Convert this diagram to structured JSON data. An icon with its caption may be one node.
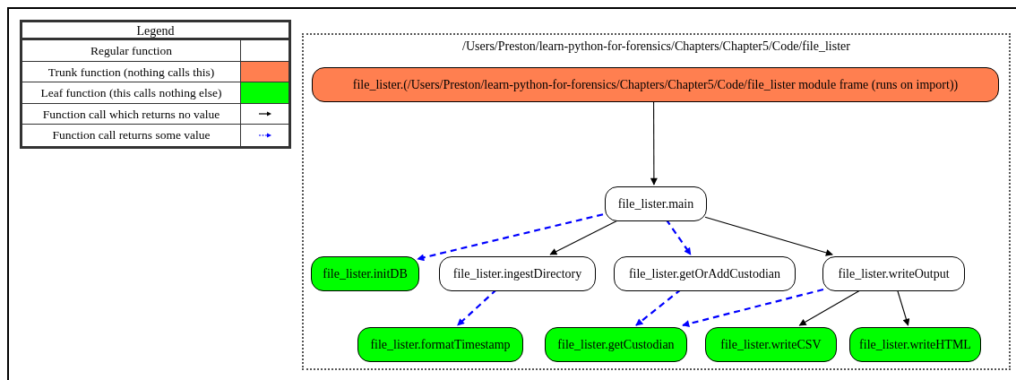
{
  "diagram": {
    "nodes": [
      {
        "text": [
          "/Users/Preston/learn-python-for-forensics/Chapters/Chapter5/Code/file_lister"
        ]
      },
      {
        "text": [
          "file_lister.(/Users/Preston/learn-python-for-forensics/Chapters/Chapter5/Code/file_lister module frame (runs on import))"
        ],
        "in": 0
      },
      {
        "text": [
          "file_lister.main"
        ],
        "in": 0
      },
      {
        "text": [
          "file_lister.initDB"
        ],
        "in": 0
      },
      {
        "text": [
          "file_lister.ingestDirectory"
        ],
        "in": 0
      },
      {
        "text": [
          "file_lister.getOrAddCustodian"
        ],
        "in": 0
      },
      {
        "text": [
          "file_lister.writeOutput"
        ],
        "in": 0
      },
      {
        "text": [
          "file_lister.formatTimestamp"
        ],
        "in": 0
      },
      {
        "text": [
          "file_lister.getCustodian"
        ],
        "in": 0
      },
      {
        "text": [
          "file_lister.writeCSV"
        ],
        "in": 0
      },
      {
        "text": [
          "file_lister.writeHTML"
        ],
        "in": 0
      }
    ],
    "edges": [
      {
        "from": 1,
        "to": 2,
        "arrow": "to"
      },
      {
        "from": 2,
        "to": 3,
        "arrow": "to",
        "style": "dashed",
        "color": "#0000ff"
      },
      {
        "from": 2,
        "to": 4,
        "arrow": "to"
      },
      {
        "from": 2,
        "to": 5,
        "arrow": "to",
        "style": "dashed",
        "color": "#0000ff"
      },
      {
        "from": 2,
        "to": 6,
        "arrow": "to"
      },
      {
        "from": 4,
        "to": 7,
        "arrow": "to",
        "style": "dashed",
        "color": "#0000ff"
      },
      {
        "from": 5,
        "to": 8,
        "arrow": "to",
        "style": "dashed",
        "color": "#0000ff"
      },
      {
        "from": 6,
        "to": 8,
        "arrow": "to",
        "style": "dashed",
        "color": "#0000ff"
      },
      {
        "from": 6,
        "to": 9,
        "arrow": "to"
      },
      {
        "from": 6,
        "to": 10,
        "arrow": "to"
      }
    ],
    "labels": [
      "Legend"
    ],
    "legend": [
      {
        "text": "Regular function",
        "color": "#ffffff"
      },
      {
        "text": "Trunk function (nothing calls this)",
        "color": "#ff7f50"
      },
      {
        "text": "Leaf function (this calls nothing else)",
        "color": "#00ff00"
      },
      {
        "text": "Function call which returns no value"
      },
      {
        "text": "Function call returns some value"
      }
    ]
  }
}
